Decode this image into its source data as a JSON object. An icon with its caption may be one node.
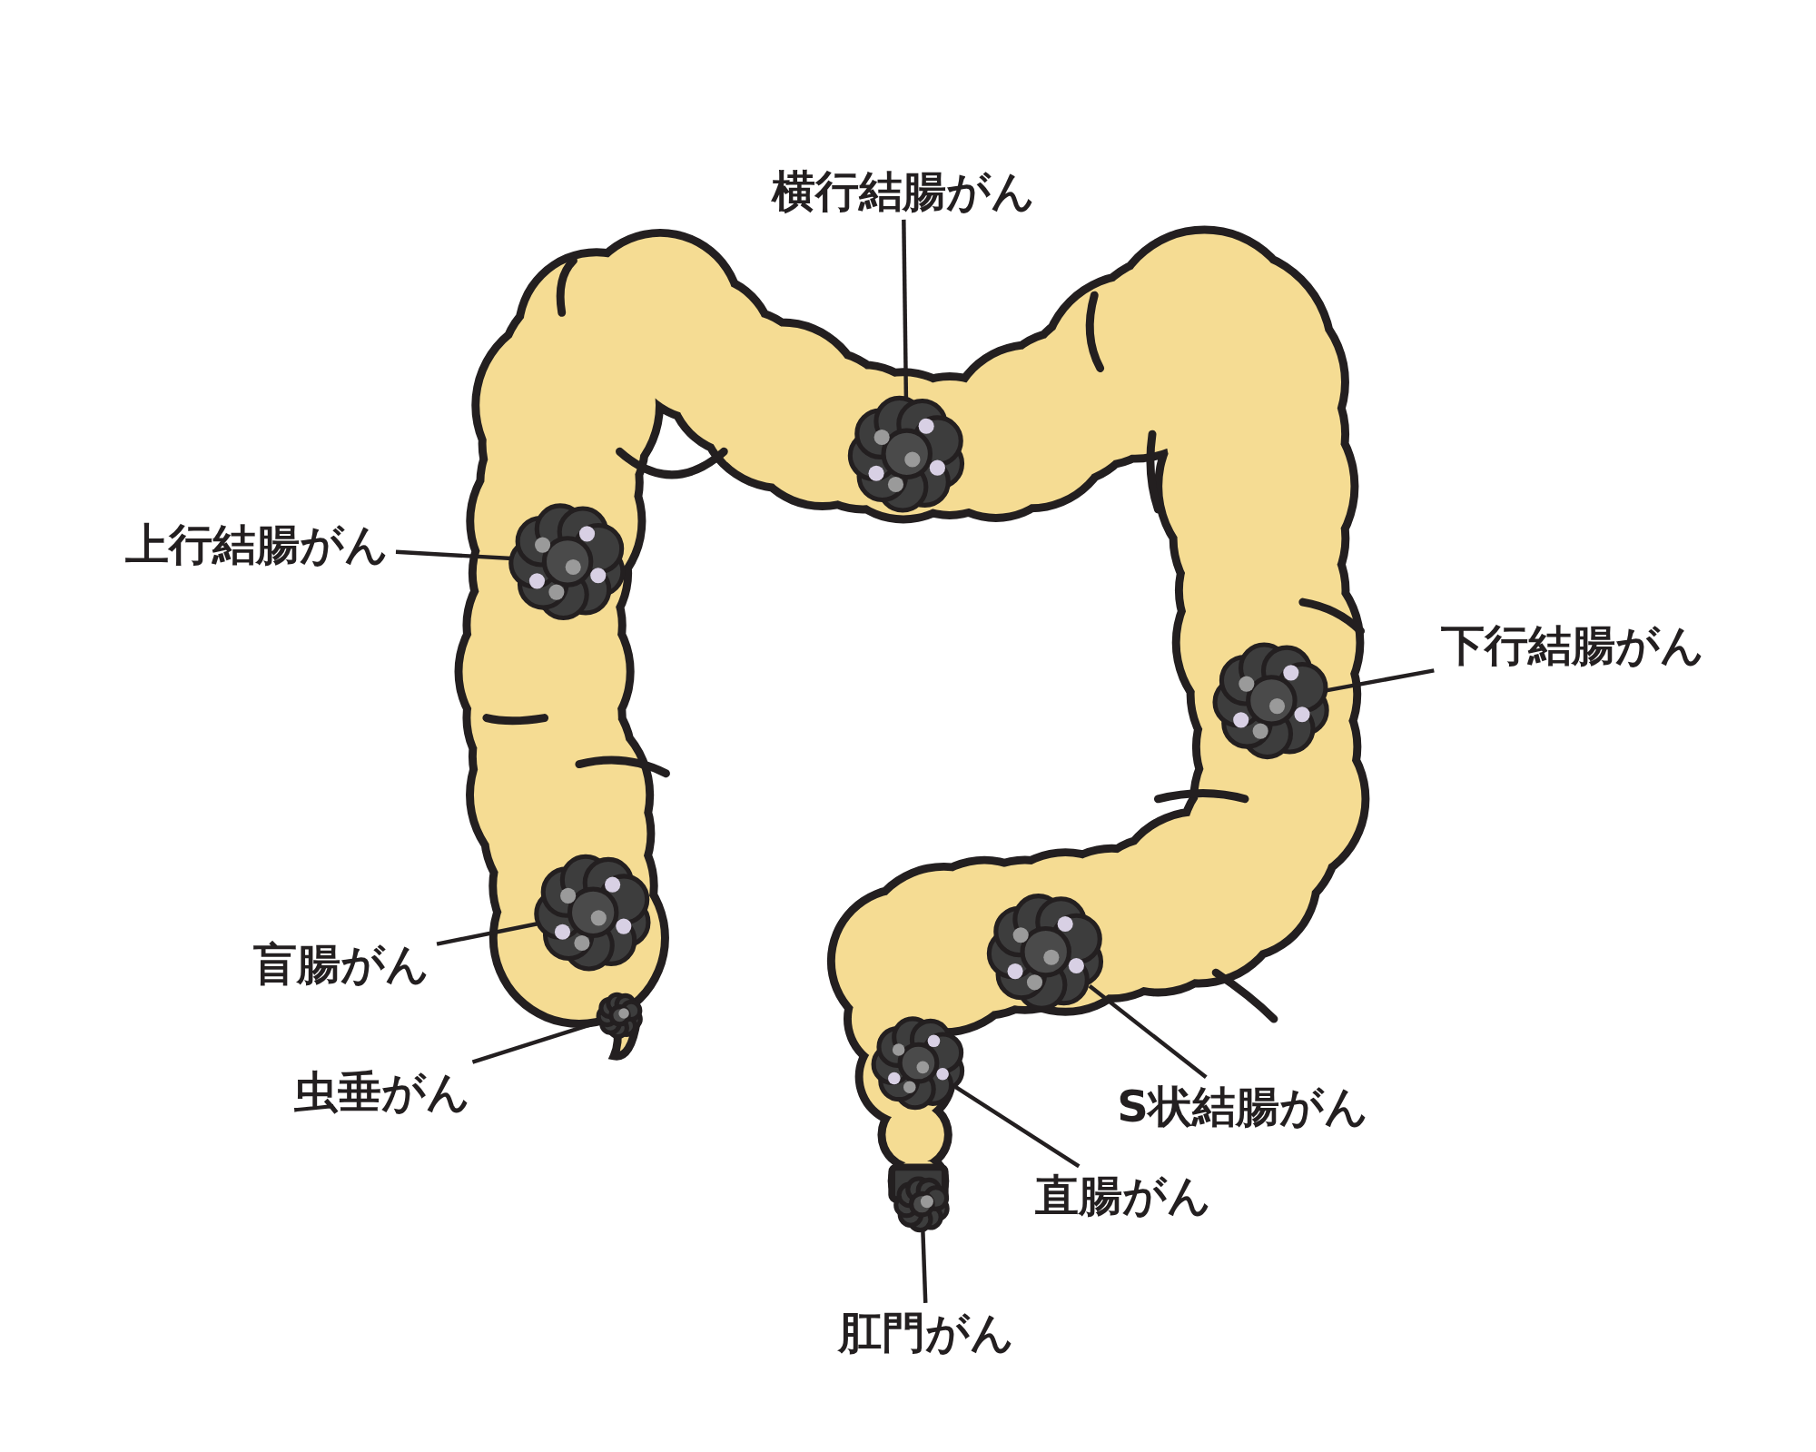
{
  "diagram": {
    "nodes": [
      {
        "text": [
          "横行結腸がん"
        ]
      },
      {
        "text": [
          "上行結腸がん"
        ]
      },
      {
        "text": [
          "下行結腸がん"
        ]
      },
      {
        "text": [
          "盲腸がん"
        ]
      },
      {
        "text": [
          "虫垂がん"
        ]
      },
      {
        "text": [
          "S状結腸がん"
        ]
      },
      {
        "text": [
          "直腸がん"
        ]
      },
      {
        "text": [
          "肛門がん"
        ]
      },
      {
        "text": [],
        "shape": "circle"
      },
      {
        "text": [],
        "shape": "circle"
      },
      {
        "text": [],
        "shape": "circle"
      },
      {
        "text": [],
        "shape": "circle"
      },
      {
        "text": [],
        "shape": "circle"
      },
      {
        "text": [],
        "shape": "circle"
      },
      {
        "text": [],
        "shape": "circle"
      },
      {
        "text": [],
        "shape": "circle"
      }
    ],
    "edges": [
      {
        "from": 0,
        "to": 8,
        "arrow": "none"
      },
      {
        "from": 1,
        "to": 9,
        "arrow": "none"
      },
      {
        "from": 2,
        "to": 10,
        "arrow": "none"
      },
      {
        "from": 3,
        "to": 11,
        "arrow": "none"
      },
      {
        "from": 4,
        "to": 13,
        "arrow": "none"
      },
      {
        "from": 5,
        "to": 12,
        "arrow": "none"
      },
      {
        "from": 6,
        "to": 14,
        "arrow": "none"
      },
      {
        "from": 7,
        "to": 15,
        "arrow": "none"
      }
    ]
  }
}
